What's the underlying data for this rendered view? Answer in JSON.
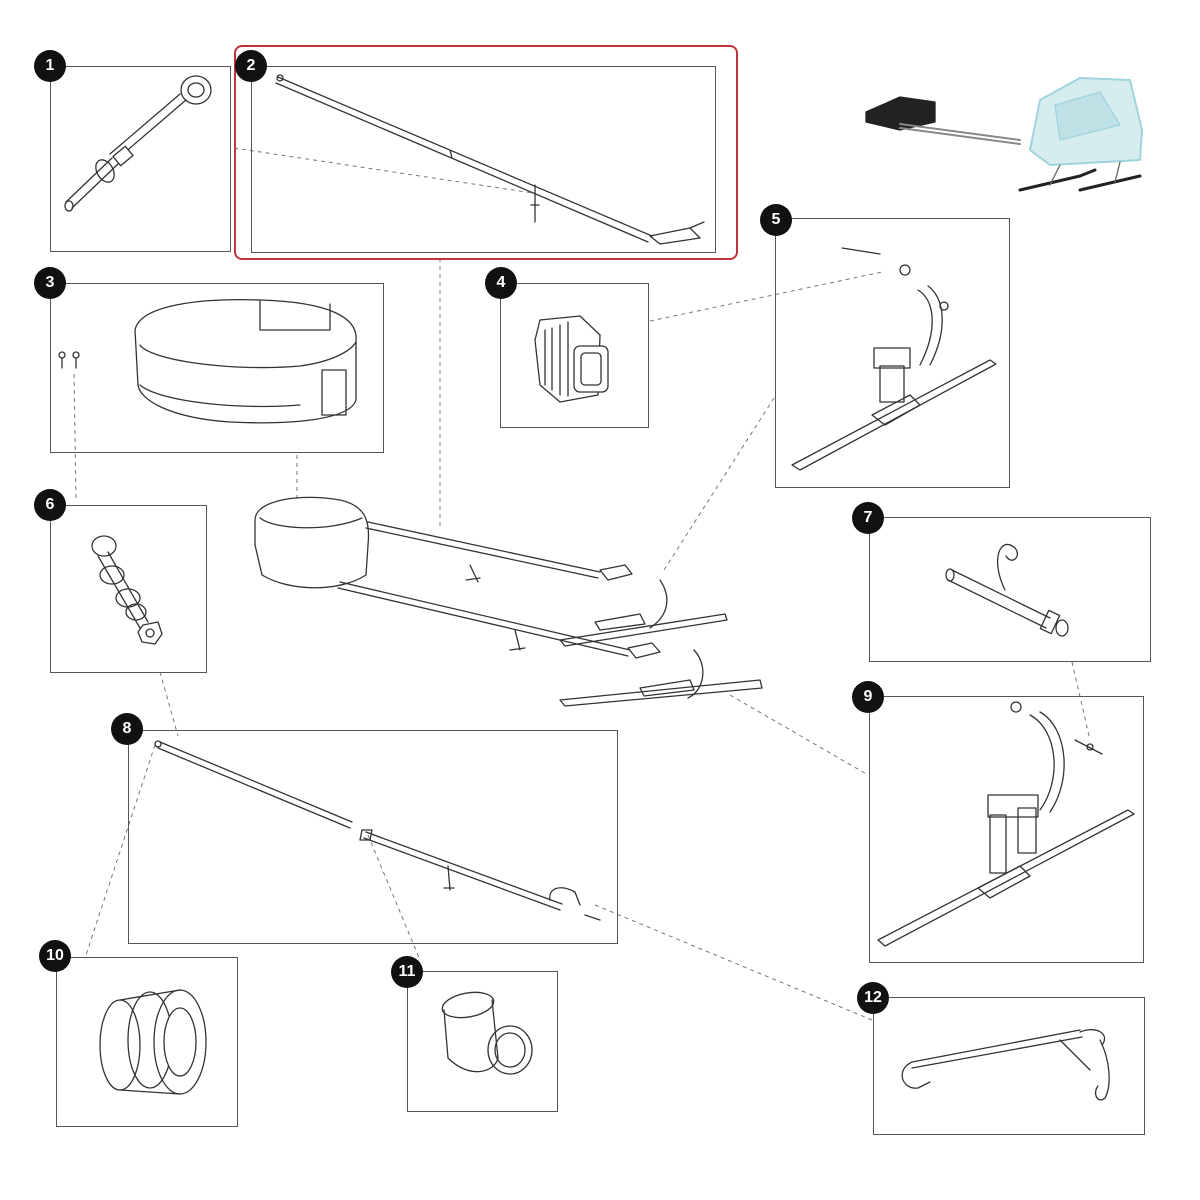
{
  "parts": [
    {
      "id": "1",
      "label": "1",
      "icon": "quick-release-pin-icon"
    },
    {
      "id": "2",
      "label": "2",
      "icon": "hiking-arm-icon",
      "selected": true
    },
    {
      "id": "3",
      "label": "3",
      "icon": "hip-belt-icon"
    },
    {
      "id": "4",
      "label": "4",
      "icon": "end-cap-icon"
    },
    {
      "id": "5",
      "label": "5",
      "icon": "left-ski-assembly-icon"
    },
    {
      "id": "6",
      "label": "6",
      "icon": "screw-washer-nut-icon"
    },
    {
      "id": "7",
      "label": "7",
      "icon": "axle-pin-clip-icon"
    },
    {
      "id": "8",
      "label": "8",
      "icon": "ski-arm-icon"
    },
    {
      "id": "9",
      "label": "9",
      "icon": "right-ski-assembly-icon"
    },
    {
      "id": "10",
      "label": "10",
      "icon": "spool-bushing-icon"
    },
    {
      "id": "11",
      "label": "11",
      "icon": "tube-sleeve-icon"
    },
    {
      "id": "12",
      "label": "12",
      "icon": "brake-bar-icon"
    }
  ],
  "colors": {
    "selection": "#c0333b",
    "badge": "#111111",
    "line": "#555555",
    "accent_cyan": "#9fd4dc"
  },
  "icons": {
    "overview_photo": "chariot-ski-kit-photo-icon",
    "assembly": "full-kit-assembly-icon"
  }
}
